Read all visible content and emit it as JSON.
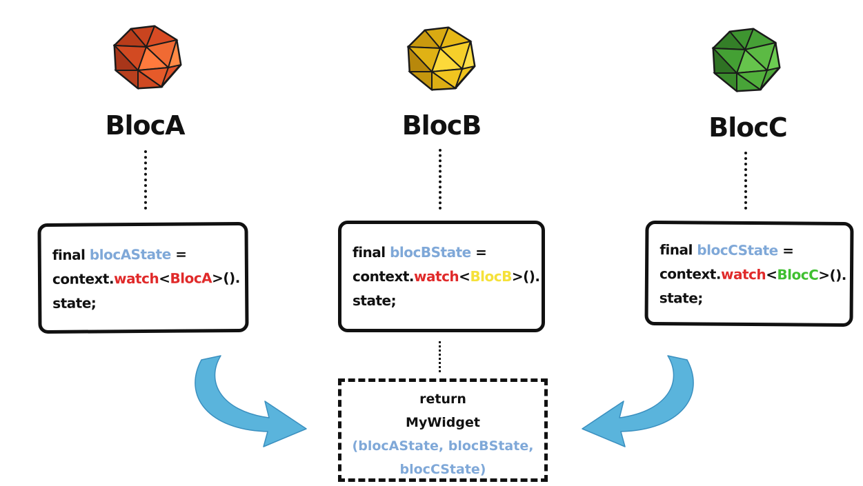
{
  "blocs": [
    {
      "title": "BlocA",
      "color": "#e0532a",
      "code_prefix": "final ",
      "var": "blocAState",
      "eq": " =",
      "ctx": "context.",
      "watch": "watch",
      "lt": "<",
      "type": "BlocA",
      "gt": ">().",
      "tail": "state;"
    },
    {
      "title": "BlocB",
      "color": "#eec21b",
      "code_prefix": "final ",
      "var": "blocBState",
      "eq": " =",
      "ctx": "context.",
      "watch": "watch",
      "lt": "<",
      "type": "BlocB",
      "gt": ">().",
      "tail": "state;"
    },
    {
      "title": "BlocC",
      "color": "#4ea83a",
      "code_prefix": "final ",
      "var": "blocCState",
      "eq": " =",
      "ctx": "context.",
      "watch": "watch",
      "lt": "<",
      "type": "BlocC",
      "gt": ">().",
      "tail": "state;"
    }
  ],
  "type_colors": {
    "BlocA": "#e02a2a",
    "BlocB": "#f5e13a",
    "BlocC": "#3fbf30"
  },
  "return_box": {
    "line1": "return",
    "line2": "MyWidget",
    "line3": "(blocAState, blocBState,",
    "line4": "blocCState)"
  },
  "arrow_color": "#5ab4dc"
}
